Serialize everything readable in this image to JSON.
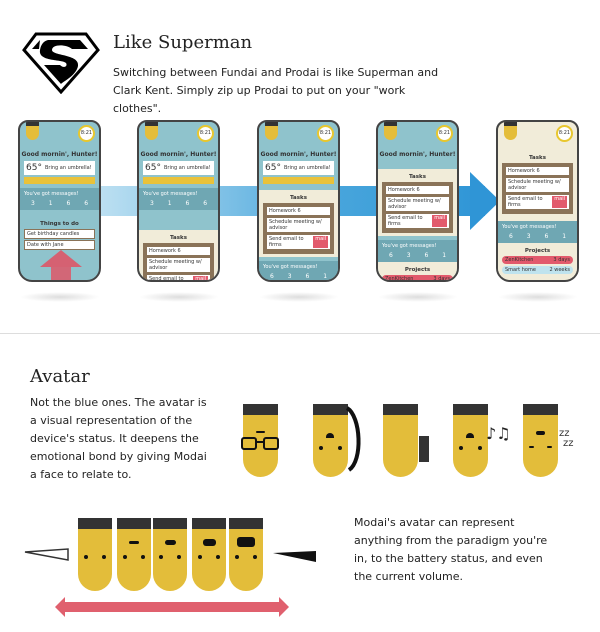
{
  "section1": {
    "title": "Like Superman",
    "body": "Switching between Fundai and Prodai is like Superman and Clark Kent. Simply zip up Prodai to put on your \"work clothes\"."
  },
  "phone": {
    "time": "8:21",
    "greeting": "Good mornin', Hunter!",
    "temp": "65°",
    "weather_note": "Bring an umbrella!",
    "messages_title": "You've got messages!",
    "counts_fun": [
      "3",
      "1",
      "6",
      "6"
    ],
    "counts_pro": [
      "6",
      "3",
      "6",
      "1"
    ],
    "things_title": "Things to do",
    "things": [
      "Get birthday candles",
      "Date with Jane"
    ],
    "tasks_title": "Tasks",
    "tasks": [
      "Homework 6",
      "Schedule meeting w/ advisor",
      "Send email to firms"
    ],
    "mail_label": "mail",
    "projects_title": "Projects",
    "projects": [
      {
        "name": "ZenKitchen",
        "due": "3 days"
      },
      {
        "name": "Smart home",
        "due": "2 weeks"
      }
    ]
  },
  "section2": {
    "title": "Avatar",
    "body": "Not the blue ones. The avatar is a visual representation of the device's status. It deepens the emotional bond by giving Modai a face to relate to.",
    "body2": "Modai's avatar can represent anything from the paradigm you're in, to the battery status, and even the current volume.",
    "sleep_label": "zz",
    "volume_levels": [
      0,
      1,
      2,
      3,
      4
    ]
  },
  "colors": {
    "avatar": "#e3bd3a",
    "arrow_blue": "#2f95d6",
    "arrow_red": "#e0606e"
  }
}
